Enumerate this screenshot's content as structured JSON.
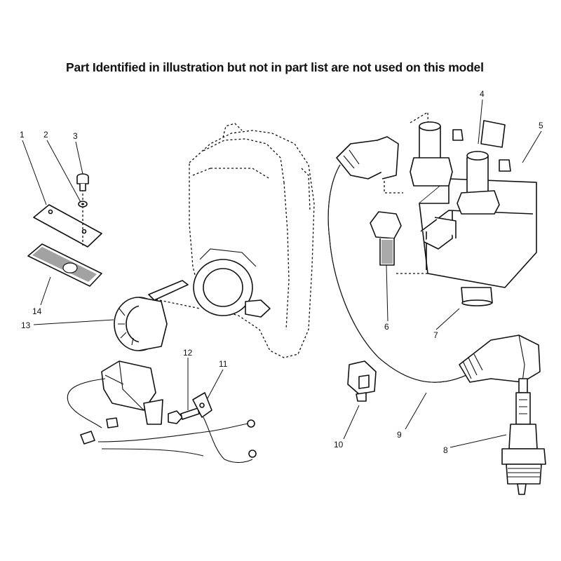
{
  "header": {
    "note": "Part Identified in illustration but not in part list are not used on this model"
  },
  "callouts": {
    "c1": "1",
    "c2": "2",
    "c3": "3",
    "c4": "4",
    "c5": "5",
    "c6": "6",
    "c7": "7",
    "c8": "8",
    "c9": "9",
    "c10": "10",
    "c11": "11",
    "c12": "12",
    "c13": "13",
    "c14": "14"
  }
}
